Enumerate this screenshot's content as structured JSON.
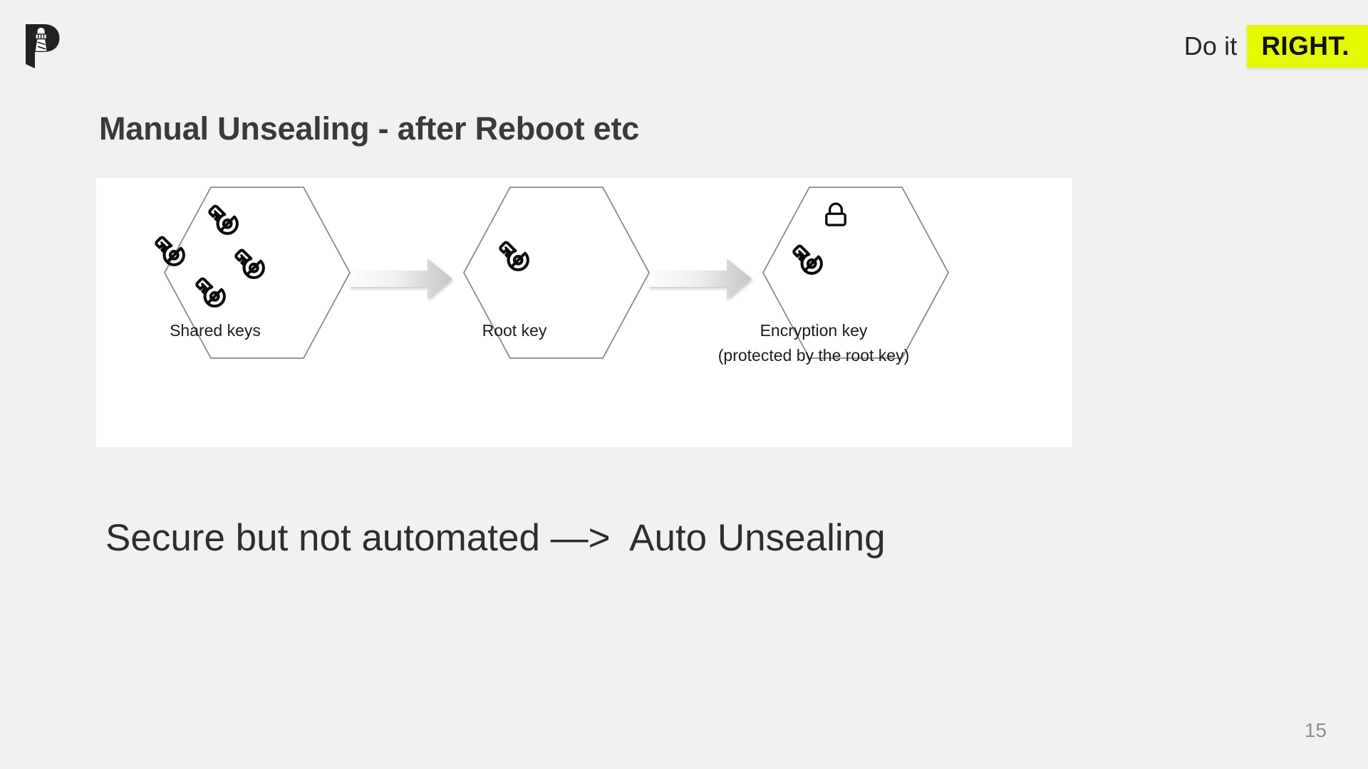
{
  "slide": {
    "page_number": "15",
    "title": "Manual Unsealing - after Reboot etc",
    "body_line": "Secure but not automated —>  Auto Unsealing",
    "background_color": "#f1f1f1"
  },
  "brand": {
    "logo_name": "lighthouse-p-logo",
    "tagline_prefix": "Do it",
    "tagline_highlight": "RIGHT.",
    "highlight_color": "#e4fa02"
  },
  "diagram": {
    "panel_color": "#ffffff",
    "hex_stroke_color": "#8a8a8a",
    "arrow_fill_start": "#fdfdfd",
    "arrow_fill_end": "#c9c9c9",
    "nodes": [
      {
        "id": "shared-keys",
        "label_line1": "Shared keys",
        "label_line2": "",
        "icon": "key-icon",
        "icon_count": 4,
        "has_lock": false
      },
      {
        "id": "root-key",
        "label_line1": "Root key",
        "label_line2": "",
        "icon": "key-icon",
        "icon_count": 1,
        "has_lock": false
      },
      {
        "id": "encryption-key",
        "label_line1": "Encryption key",
        "label_line2": "(protected by the root key)",
        "icon": "key-icon",
        "icon_count": 1,
        "has_lock": true
      }
    ],
    "arrows": [
      {
        "id": "arrow-shared-to-root",
        "from": "shared-keys",
        "to": "root-key"
      },
      {
        "id": "arrow-root-to-encryption",
        "from": "root-key",
        "to": "encryption-key"
      }
    ]
  }
}
